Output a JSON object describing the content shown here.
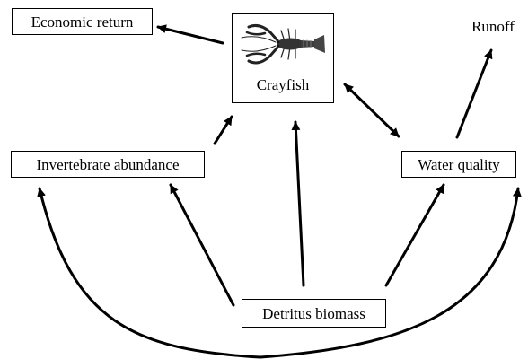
{
  "nodes": {
    "economic_return": "Economic return",
    "runoff": "Runoff",
    "crayfish": "Crayfish",
    "invertebrate_abundance": "Invertebrate abundance",
    "water_quality": "Water quality",
    "detritus_biomass": "Detritus biomass"
  },
  "crayfish_picture": "crayfish-illustration",
  "colors": {
    "line": "#000000",
    "background": "#ffffff"
  }
}
